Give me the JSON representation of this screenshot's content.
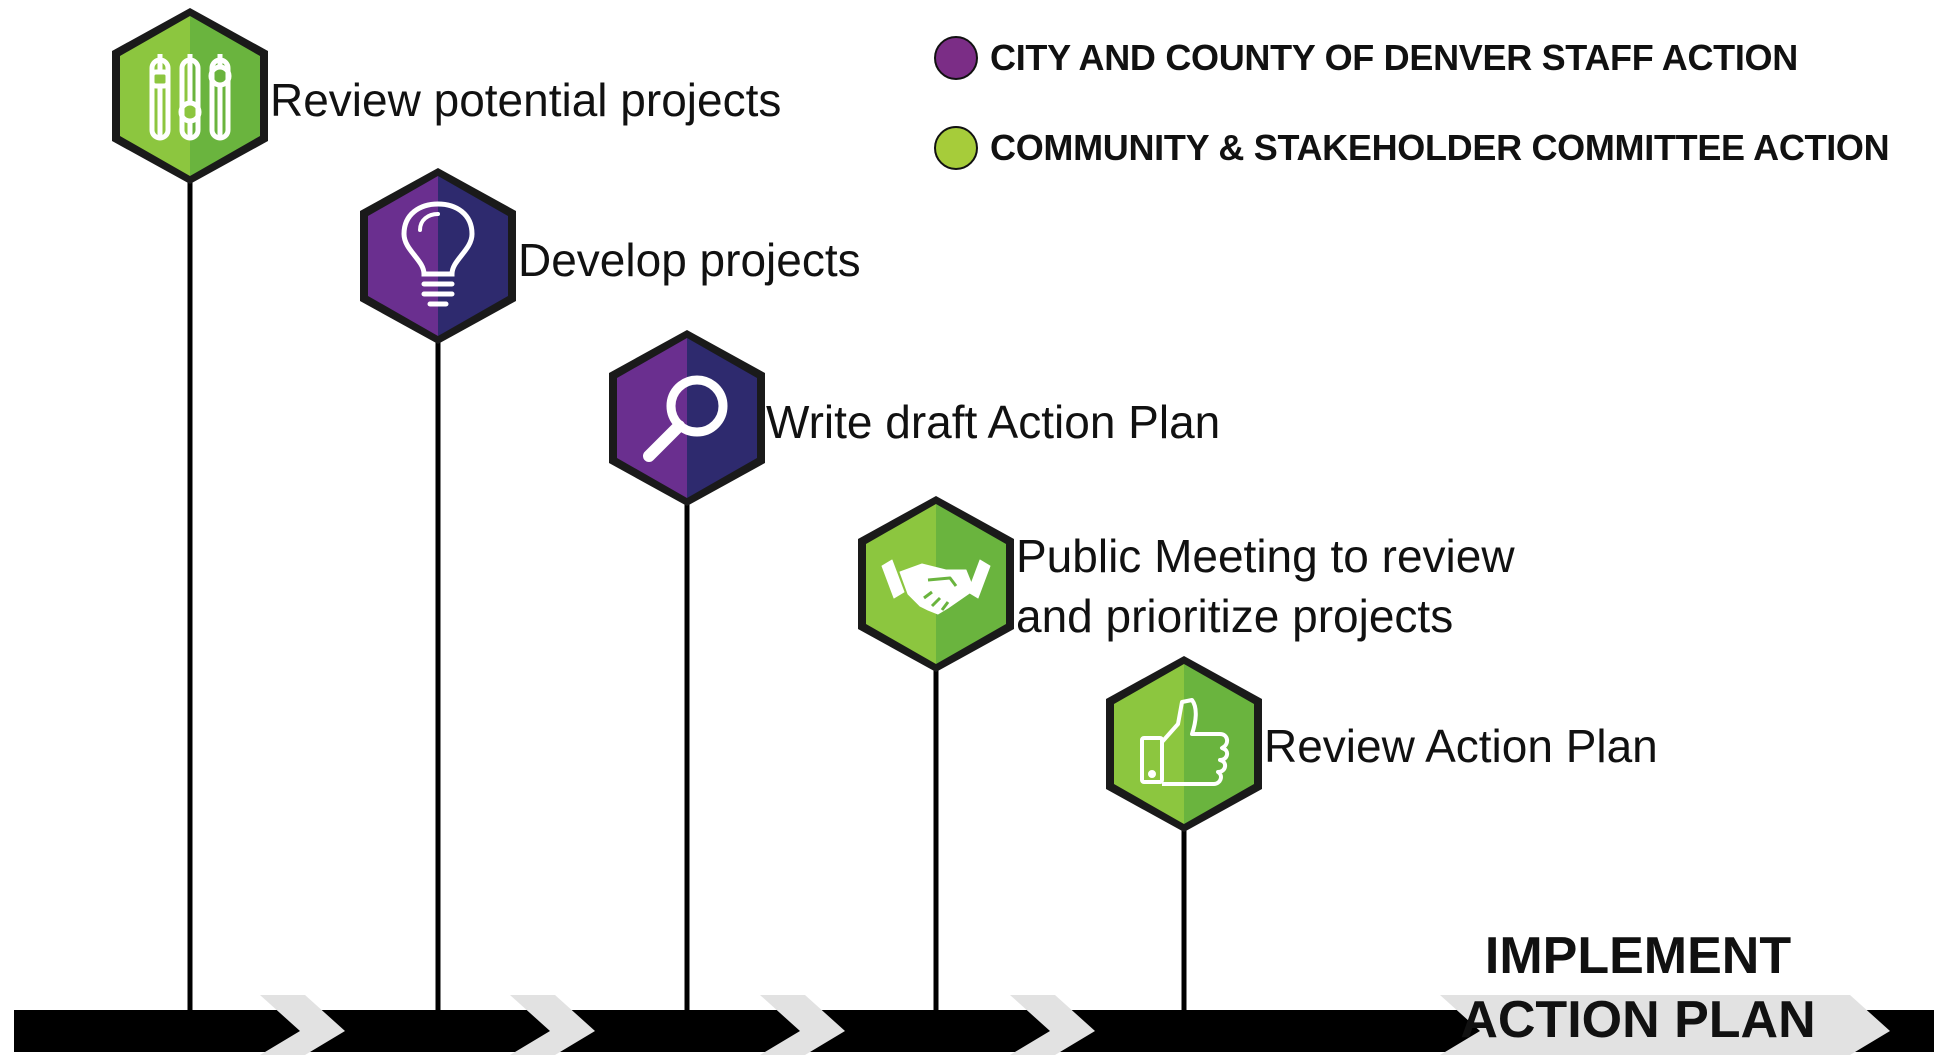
{
  "legend": {
    "staff": {
      "label": "CITY AND COUNTY OF DENVER STAFF ACTION",
      "color": "#7b2d86"
    },
    "community": {
      "label": "COMMUNITY & STAKEHOLDER COMMITTEE ACTION",
      "color": "#a6cc3a"
    }
  },
  "colors": {
    "purple_light": "#6a2f8f",
    "purple_dark": "#2e2a6e",
    "green_light": "#8cc63f",
    "green_dark": "#6ab43e",
    "timeline": "#000000",
    "chevron": "#e2e2e2"
  },
  "steps": [
    {
      "label_line1": "Review potential projects",
      "label_line2": "",
      "type": "community",
      "icon": "sliders-icon"
    },
    {
      "label_line1": "Develop projects",
      "label_line2": "",
      "type": "staff",
      "icon": "lightbulb-icon"
    },
    {
      "label_line1": "Write draft Action Plan",
      "label_line2": "",
      "type": "staff",
      "icon": "magnifier-icon"
    },
    {
      "label_line1": "Public Meeting to review",
      "label_line2": "and prioritize projects",
      "type": "community",
      "icon": "handshake-icon"
    },
    {
      "label_line1": "Review Action Plan",
      "label_line2": "",
      "type": "community",
      "icon": "thumbs-up-icon"
    }
  ],
  "final": {
    "line1": "IMPLEMENT",
    "line2": "ACTION PLAN"
  }
}
